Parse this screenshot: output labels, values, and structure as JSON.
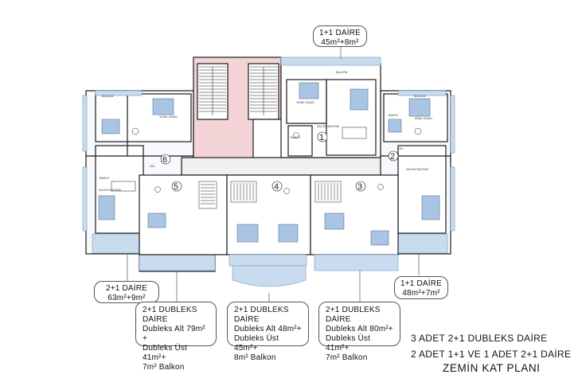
{
  "callouts": {
    "top_1plus1": {
      "title": "1+1 DAİRE",
      "area": "45m²+8m²"
    },
    "left_2plus1": {
      "title": "2+1 DAİRE",
      "area": "63m²+9m²"
    },
    "right_1plus1": {
      "title": "1+1 DAİRE",
      "area": "48m²+7m²"
    },
    "duplex_1": {
      "title": "2+1 DUBLEKS DAİRE",
      "line1": "Dubleks Alt 79m² +",
      "line2": "Dubleks Üst 41m²+",
      "line3": "7m² Balkon"
    },
    "duplex_2": {
      "title": "2+1 DUBLEKS DAİRE",
      "line1": "Dubleks Alt  48m²+",
      "line2": "Dubleks Üst 45m²+",
      "line3": "8m² Balkon"
    },
    "duplex_3": {
      "title": "2+1 DUBLEKS DAİRE",
      "line1": "Dubleks Alt  80m²+",
      "line2": "Dubleks Üst 41m²+",
      "line3": "7m² Balkon"
    }
  },
  "summary": {
    "line1": "3 ADET 2+1 DUBLEKS DAİRE",
    "line2": "2 ADET 1+1 VE 1 ADET 2+1 DAİRE",
    "line3": "ZEMİN KAT PLANI"
  },
  "unit_numbers": [
    "1",
    "2",
    "3",
    "4",
    "5",
    "6"
  ],
  "room_labels": {
    "balkon": "BALKON",
    "yatak": "YATAK ODASI",
    "salon": "SALON+MUTFAK",
    "banyo": "BANYO",
    "hol": "HOL"
  },
  "colors": {
    "lines": "#1a1a1a",
    "stair_pink": "#f4d3d6",
    "window_blue": "#c9dcef",
    "furniture_blue": "#a9c4e4"
  }
}
